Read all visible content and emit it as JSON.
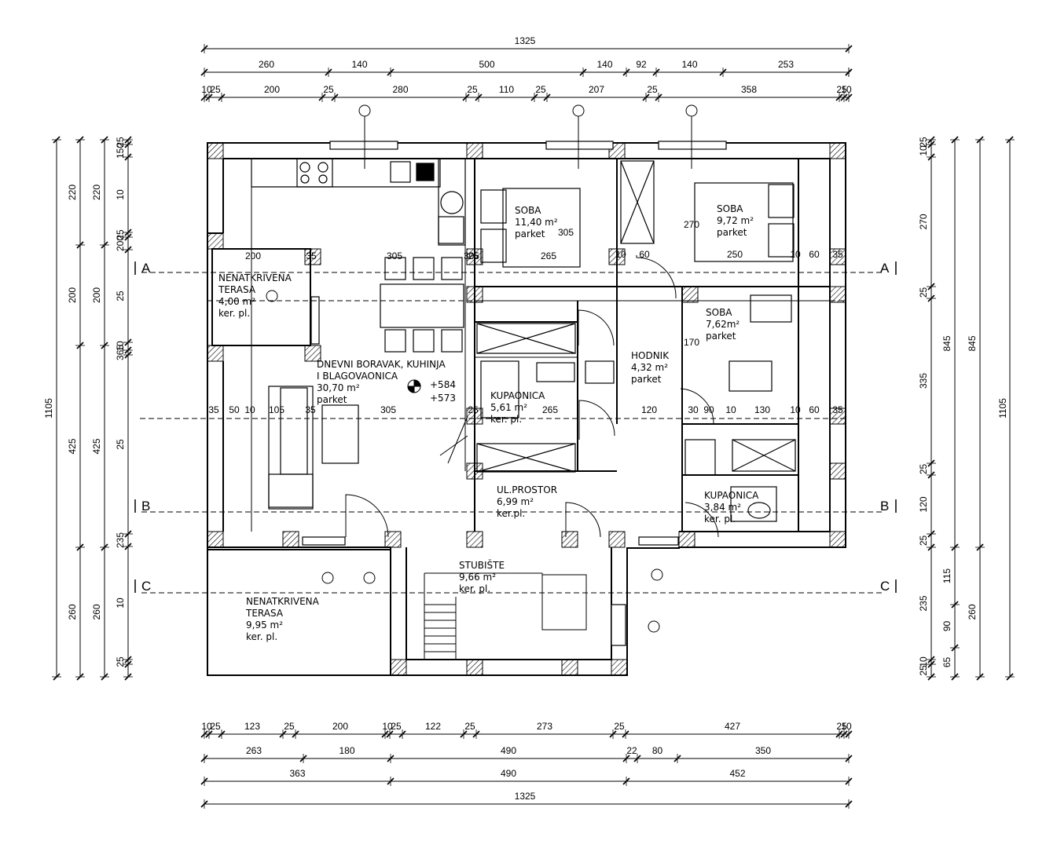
{
  "plan": {
    "sections": [
      "A",
      "B",
      "C"
    ],
    "rooms": [
      {
        "id": "terasa-gornja",
        "lines": [
          "NENATKRIVENA",
          "TERASA",
          "4,00 m²",
          "ker. pl."
        ]
      },
      {
        "id": "dnevni",
        "lines": [
          "DNEVNI BORAVAK, KUHINJA",
          "I BLAGOVAONICA",
          "30,70 m²",
          "parket"
        ]
      },
      {
        "id": "soba-1",
        "lines": [
          "SOBA",
          "11,40 m²",
          "parket"
        ]
      },
      {
        "id": "soba-2",
        "lines": [
          "SOBA",
          "9,72 m²",
          "parket"
        ]
      },
      {
        "id": "soba-3",
        "lines": [
          "SOBA",
          "7,62m²",
          "parket"
        ]
      },
      {
        "id": "hodnik",
        "lines": [
          "HODNIK",
          "4,32 m²",
          "parket"
        ]
      },
      {
        "id": "kupaonica-1",
        "lines": [
          "KUPAONICA",
          "5,61 m²",
          "ker. pl."
        ]
      },
      {
        "id": "kupaonica-2",
        "lines": [
          "KUPAONICA",
          "3,84 m²",
          "ker. pl."
        ]
      },
      {
        "id": "ul-prostor",
        "lines": [
          "UL.PROSTOR",
          "6,99 m²",
          "ker.pl."
        ]
      },
      {
        "id": "stubiste",
        "lines": [
          "STUBIŠTE",
          "9,66 m²",
          "ker. pl."
        ]
      },
      {
        "id": "terasa-donja",
        "lines": [
          "NENATKRIVENA",
          "TERASA",
          "9,95 m²",
          "ker. pl."
        ]
      }
    ],
    "elevation": [
      "+584",
      "+573"
    ]
  },
  "dims": {
    "top_total": "1325",
    "top_row2": [
      "260",
      "140",
      "500",
      "140",
      "92",
      "140",
      "253"
    ],
    "top_row3": [
      "10",
      "25",
      "200",
      "25",
      "280",
      "25",
      "110",
      "25",
      "207",
      "25",
      "358",
      "25",
      "10"
    ],
    "bottom_row1": [
      "10",
      "25",
      "123",
      "25",
      "200",
      "10",
      "25",
      "122",
      "25",
      "273",
      "25",
      "427",
      "25",
      "10"
    ],
    "bottom_row2": [
      "263",
      "180",
      "490",
      "22",
      "80",
      "350"
    ],
    "bottom_row3": [
      "363",
      "490",
      "452"
    ],
    "bottom_total": "1325",
    "left_outer": "1105",
    "left_mid": [
      "220",
      "200",
      "425",
      "260"
    ],
    "left_inner": [
      "220",
      "200",
      "425",
      "260"
    ],
    "left_detail": [
      "25",
      "150",
      "10",
      "25",
      "200",
      "25",
      "10",
      "365",
      "25",
      "235",
      "10",
      "25"
    ],
    "right_detail": [
      "25",
      "10",
      "270",
      "25",
      "335",
      "25",
      "120",
      "25",
      "235",
      "10",
      "25"
    ],
    "right_mid": [
      "845",
      "115",
      "90",
      "65"
    ],
    "right_outer": [
      "845",
      "260"
    ],
    "right_total": "1105",
    "interior": [
      "200",
      "35",
      "305",
      "25",
      "265",
      "305",
      "10",
      "60",
      "250",
      "10",
      "60",
      "35",
      "35",
      "50",
      "10",
      "105",
      "35",
      "305",
      "25",
      "265",
      "120",
      "30",
      "90",
      "10",
      "130",
      "10",
      "60",
      "35",
      "305",
      "270",
      "170"
    ]
  }
}
